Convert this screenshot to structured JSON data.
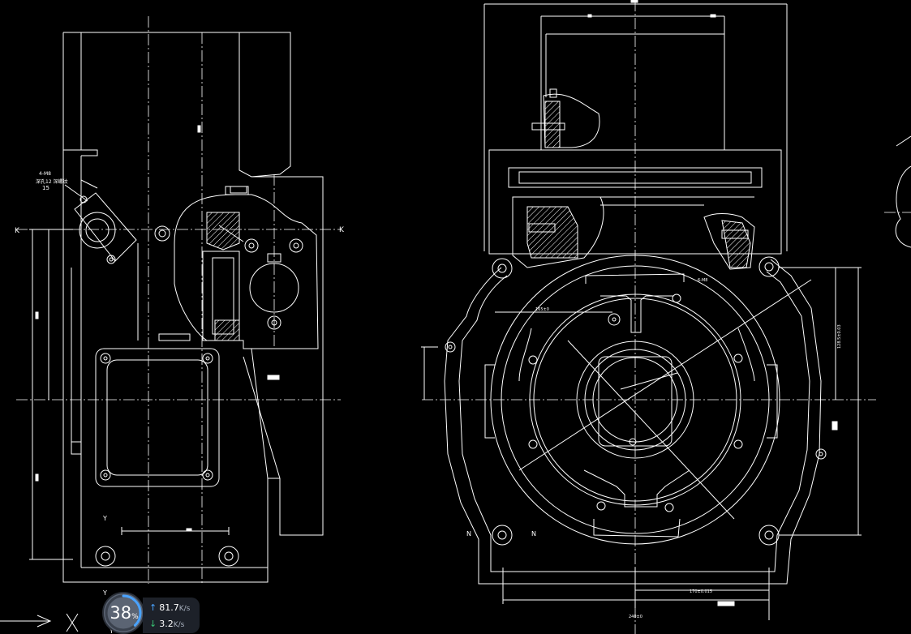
{
  "drawing": {
    "labels": {
      "section_left": "K",
      "section_right": "K",
      "section_y_top": "Y",
      "section_y_bottom": "Y",
      "section_n_left": "N",
      "section_n_right": "N",
      "hole_note_1": "4-M8",
      "hole_note_2": "深孔12 深螺纹",
      "hole_note_3": "15",
      "dim_165": "165±0",
      "dim_6m8": "6-M8",
      "dim_170": "170±0.015",
      "dim_240": "240±0",
      "dim_right_vertical": "128.5±0.03"
    },
    "colors": {
      "background": "#000000",
      "lines": "#ffffff",
      "hatch": "#ffffff"
    }
  },
  "statusbar": {
    "ucs_x_label": "X",
    "ucs_y_label": "Y"
  },
  "net_widget": {
    "cpu_value": "38",
    "cpu_unit": "%",
    "cpu_percent": 38,
    "upload_value": "81.7",
    "upload_unit": "K/s",
    "download_value": "3.2",
    "download_unit": "K/s",
    "colors": {
      "ring": "#4aa3ff",
      "upload": "#4aa3ff",
      "download": "#38c172"
    }
  }
}
